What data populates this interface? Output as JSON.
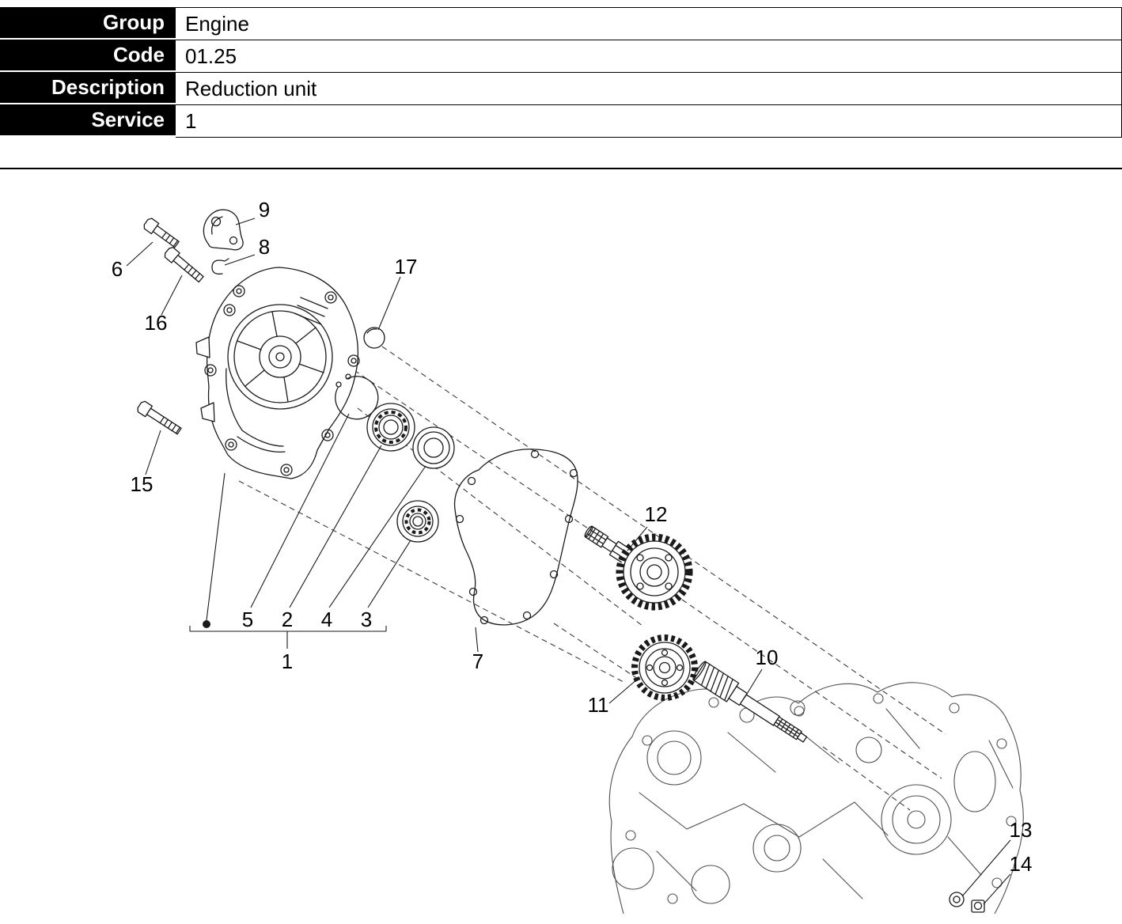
{
  "header": {
    "rows": [
      {
        "label": "Group",
        "value": "Engine"
      },
      {
        "label": "Code",
        "value": "01.25"
      },
      {
        "label": "Description",
        "value": "Reduction unit"
      },
      {
        "label": "Service",
        "value": "1"
      }
    ]
  },
  "colors": {
    "table_label_bg": "#000000",
    "table_label_text": "#ffffff",
    "line_art": "#1a1a1a",
    "sketch_art": "#4f4f4f"
  },
  "diagram": {
    "type": "exploded-parts-diagram",
    "subject": "Reduction unit exploded view with numbered callouts",
    "callouts": {
      "c1": "1",
      "c2": "2",
      "c3": "3",
      "c4": "4",
      "c5": "5",
      "c6": "6",
      "c7": "7",
      "c8": "8",
      "c9": "9",
      "c10": "10",
      "c11": "11",
      "c12": "12",
      "c13": "13",
      "c14": "14",
      "c15": "15",
      "c16": "16",
      "c17": "17"
    }
  }
}
